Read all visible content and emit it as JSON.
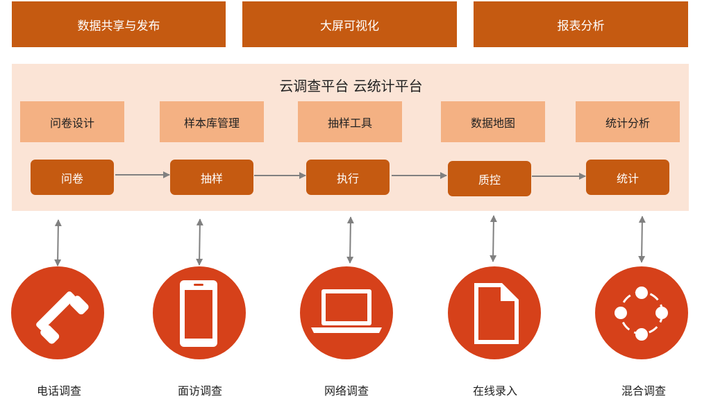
{
  "top_bars": [
    {
      "label": "数据共享与发布"
    },
    {
      "label": "大屏可视化"
    },
    {
      "label": "报表分析"
    }
  ],
  "platform": {
    "title": "云调查平台 云统计平台",
    "features": [
      {
        "label": "问卷设计"
      },
      {
        "label": "样本库管理"
      },
      {
        "label": "抽样工具"
      },
      {
        "label": "数据地图"
      },
      {
        "label": "统计分析"
      }
    ],
    "steps": [
      {
        "label": "问卷"
      },
      {
        "label": "抽样"
      },
      {
        "label": "执行"
      },
      {
        "label": "质控"
      },
      {
        "label": "统计"
      }
    ]
  },
  "channels": [
    {
      "label": "电话调查",
      "icon": "phone-icon"
    },
    {
      "label": "面访调查",
      "icon": "mobile-icon"
    },
    {
      "label": "网络调查",
      "icon": "laptop-icon"
    },
    {
      "label": "在线录入",
      "icon": "document-icon"
    },
    {
      "label": "混合调查",
      "icon": "cycle-icon"
    }
  ],
  "colors": {
    "dark_orange": "#c55a11",
    "light_orange": "#f4b183",
    "panel_bg": "#fbe4d6",
    "circle_red": "#d6411a",
    "arrow_gray": "#808080"
  }
}
